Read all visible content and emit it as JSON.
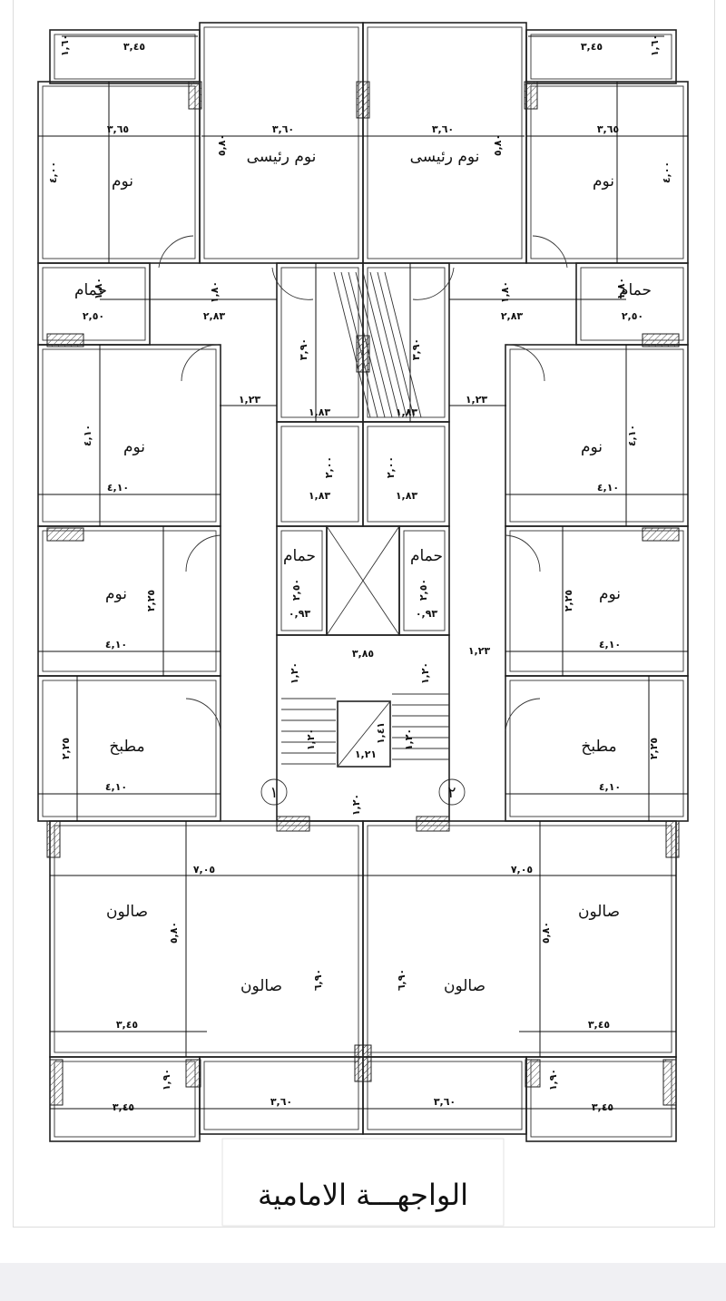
{
  "left": {
    "room_master": "نوم رئيسى",
    "room_bed1": "نوم",
    "room_bath": "حمام",
    "room_bed2": "نوم",
    "room_bed3": "نوم",
    "room_kitchen": "مطبخ",
    "room_salon_a": "صالون",
    "room_salon_b": "صالون",
    "dim_balc_top_w": "٣,٤٥",
    "dim_balc_top_h": "١,٦٠",
    "dim_bed1_w": "٣,٦٥",
    "dim_bed1_h": "٤,٠٠",
    "dim_master_w": "٣,٦٠",
    "dim_master_h": "٥,٨٠",
    "dim_bath_w": "٢,٥٠",
    "dim_bath_h": "١,٨٠",
    "dim_hall_w": "٢,٨٣",
    "dim_hall_h": "١,٨٠",
    "dim_corr_h": "٣,٩٠",
    "dim_corr_w": "١,٢٣",
    "dim_bed2_w": "٤,١٠",
    "dim_bed2_h": "٤,١٠",
    "dim_core_a": "١,٨٣",
    "dim_core_b": "٢,٠٠",
    "dim_core_c": "١,٨٣",
    "room_core_bath": "حمام",
    "dim_core_bath_h": "٢,٥٠",
    "dim_core_bath_w": "٠,٩٣",
    "dim_bed3_w": "٤,١٠",
    "dim_bed3_h": "٢,٢٥",
    "dim_kit_w": "٤,١٠",
    "dim_kit_h": "٢,٢٥",
    "dim_stair_a": "١,٢٠",
    "dim_stair_b": "١,٢٠",
    "dim_salon_w": "٧,٠٥",
    "dim_salon_h": "٥,٨٠",
    "dim_salon_a_w": "٣,٤٥",
    "dim_salon_b_h": "٦,٩٠",
    "dim_balc_bot_w": "٣,٤٥",
    "dim_balc_bot_h": "١,٩٠",
    "dim_front_w": "٣,٦٠",
    "entry_number": "١"
  },
  "right": {
    "room_master": "نوم رئيسى",
    "room_bed1": "نوم",
    "room_bath": "حمام",
    "room_bed2": "نوم",
    "room_bed3": "نوم",
    "room_kitchen": "مطبخ",
    "room_salon_a": "صالون",
    "room_salon_b": "صالون",
    "dim_balc_top_w": "٣,٤٥",
    "dim_balc_top_h": "١,٦٠",
    "dim_bed1_w": "٣,٦٥",
    "dim_bed1_h": "٤,٠٠",
    "dim_master_w": "٣,٦٠",
    "dim_master_h": "٥,٨٠",
    "dim_bath_w": "٢,٥٠",
    "dim_bath_h": "١,٨٠",
    "dim_hall_w": "٢,٨٣",
    "dim_hall_h": "١,٨٠",
    "dim_corr_h": "٣,٩٠",
    "dim_corr_w": "١,٢٣",
    "dim_bed2_w": "٤,١٠",
    "dim_bed2_h": "٤,١٠",
    "dim_core_a": "١,٨٣",
    "dim_core_b": "٢,٠٠",
    "dim_core_c": "١,٨٣",
    "room_core_bath": "حمام",
    "dim_core_bath_h": "٢,٥٠",
    "dim_core_bath_w": "٠,٩٣",
    "dim_bed3_w": "٤,١٠",
    "dim_bed3_h": "٢,٢٥",
    "dim_kit_w": "٤,١٠",
    "dim_kit_h": "٢,٢٥",
    "dim_stair_a": "١,٢٠",
    "dim_stair_b": "١,٢٠",
    "dim_salon_w": "٧,٠٥",
    "dim_salon_h": "٥,٨٠",
    "dim_salon_a_w": "٣,٤٥",
    "dim_salon_b_h": "٦,٩٠",
    "dim_balc_bot_w": "٣,٤٥",
    "dim_balc_bot_h": "١,٩٠",
    "dim_front_w": "٣,٦٠",
    "entry_number": "٢"
  },
  "core": {
    "dim_stair_width": "٣,٨٥",
    "dim_well_diag": "١,٤١",
    "dim_well_w": "١,٢١",
    "dim_landing": "١,٢٠",
    "dim_corr_right": "١,٢٣"
  },
  "title": "الواجهـــة الامامية"
}
